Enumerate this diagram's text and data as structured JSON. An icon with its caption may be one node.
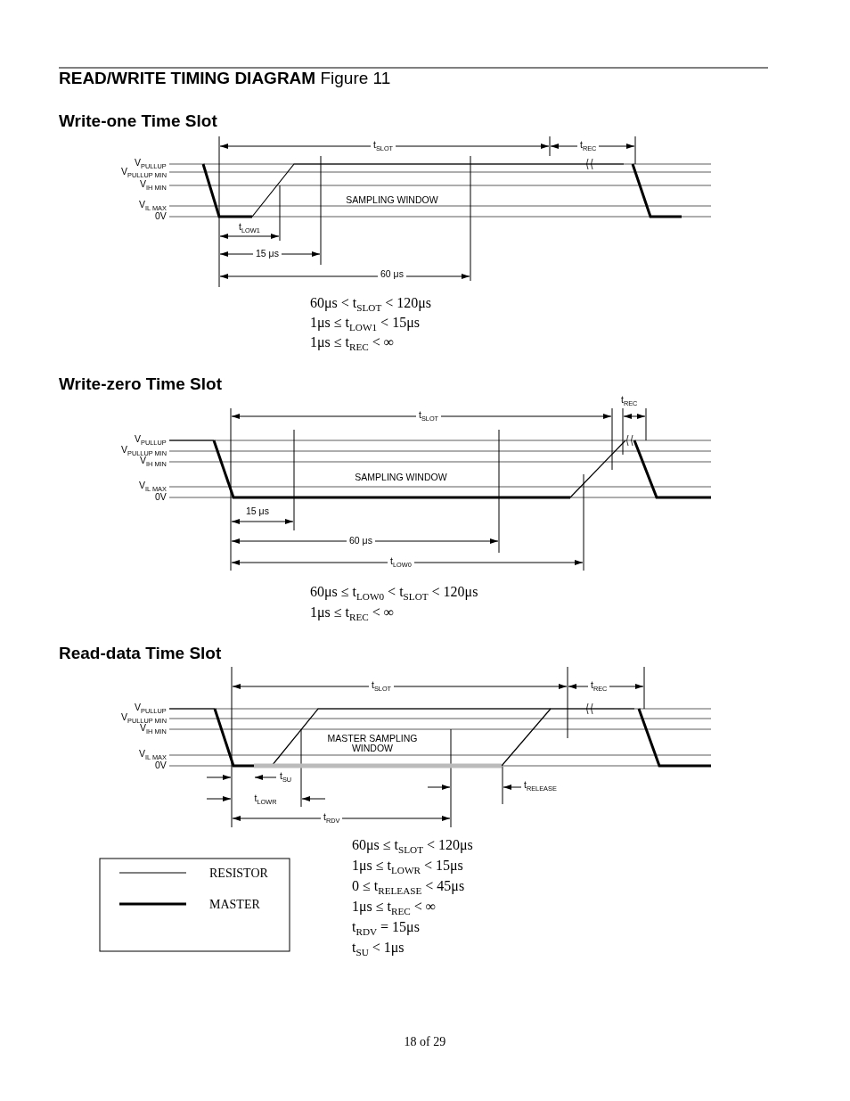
{
  "diagram": {
    "title": "**READ/WRITE TIMING DIAGRAM** Figure 11",
    "labels": [
      "Write-one Time Slot",
      "t$_{SLOT}$",
      "t$_{REC}$",
      "V$_{PULLUP}$",
      "V$_{PULLUP MIN}$",
      "V$_{IH MIN}$",
      "SAMPLING WINDOW",
      "V$_{IL MAX}$",
      "0V",
      "t$_{LOW1}$",
      "15 μs",
      "60 μs",
      "60μs < t$_{SLOT}$ < 120μs",
      "1μs ≤ t$_{LOW1}$ < 15μs",
      "1μs ≤ t$_{REC}$ < ∞",
      "Write-zero Time Slot",
      "t$_{REC}$",
      "t$_{SLOT}$",
      "V$_{PULLUP}$",
      "V$_{PULLUP MIN}$",
      "V$_{IH MIN}$",
      "SAMPLING WINDOW",
      "V$_{IL MAX}$",
      "0V",
      "15 μs",
      "60 μs",
      "t$_{LOW0}$",
      "60μs ≤ t$_{LOW0}$ < t$_{SLOT}$ < 120μs",
      "1μs ≤ t$_{REC}$ < ∞",
      "Read-data Time Slot",
      "t$_{SLOT}$",
      "t$_{REC}$",
      "V$_{PULLUP}$",
      "V$_{PULLUP MIN}$",
      "V$_{IH MIN}$",
      "MASTER SAMPLING WINDOW",
      "V$_{IL MAX}$",
      "0V",
      "t$_{SU}$",
      "t$_{RELEASE}$",
      "t$_{LOWR}$",
      "t$_{RDV}$",
      "60μs ≤ t$_{SLOT}$ < 120μs",
      "1μs ≤ t$_{LOWR}$ < 15μs",
      "0 ≤ t$_{RELEASE}$ < 45μs",
      "1μs ≤ t$_{REC}$ < ∞",
      "t$_{RDV}$ = 15μs",
      "t$_{SU}$ < 1μs",
      "18 of 29"
    ],
    "legend": [
      {
        "text": "RESISTOR"
      },
      {
        "text": "MASTER"
      }
    ]
  }
}
